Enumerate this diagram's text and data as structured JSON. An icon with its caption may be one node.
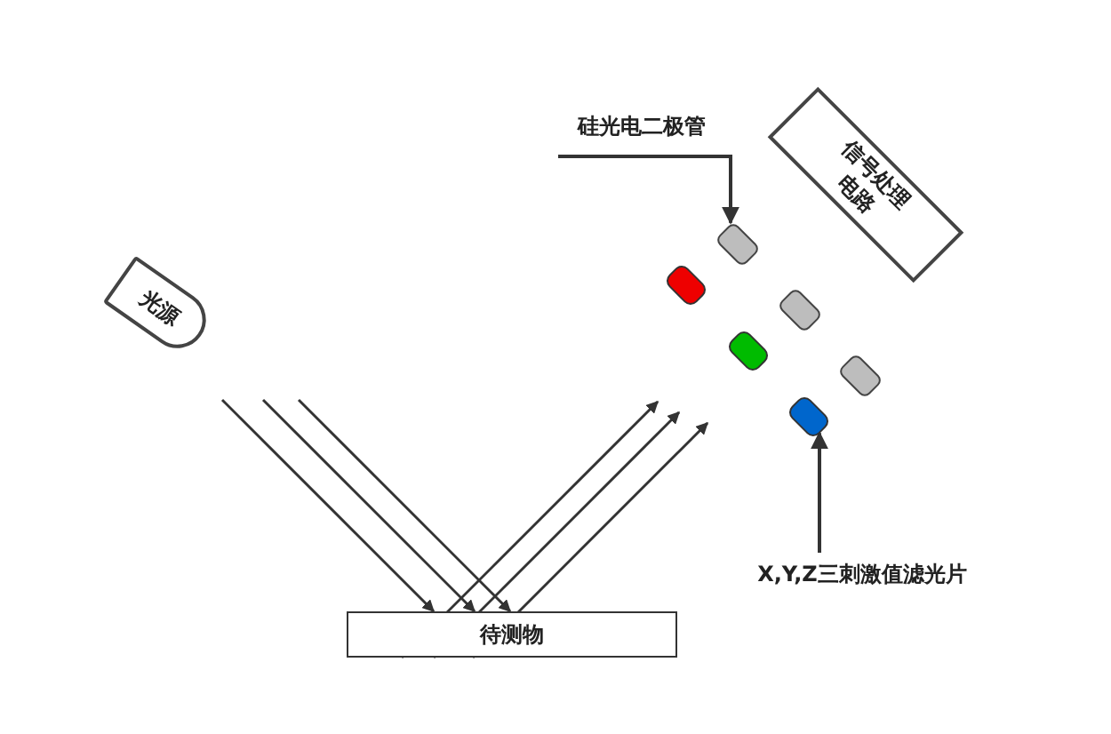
{
  "diagram": {
    "nodes": [
      {
        "text": [
          "光源"
        ]
      },
      {
        "text": [
          "待测物"
        ]
      },
      {
        "text": [
          "信号处理电路"
        ]
      },
      {
        "text": [],
        "shape": "box"
      },
      {
        "text": [],
        "shape": "box"
      },
      {
        "text": [],
        "shape": "box"
      },
      {
        "text": [],
        "shape": "box"
      },
      {
        "text": [],
        "shape": "box"
      },
      {
        "text": [],
        "shape": "box"
      },
      {
        "text": [
          "硅光电二极管"
        ]
      },
      {
        "text": [
          "X,Y,Z三刺激值滤光片"
        ]
      }
    ],
    "edges": [
      {
        "from": null,
        "to": 1,
        "arrow": "to"
      },
      {
        "from": null,
        "to": 1,
        "arrow": "to"
      },
      {
        "from": null,
        "to": 1,
        "arrow": "to"
      },
      {
        "from": 1,
        "to": null,
        "arrow": "to"
      },
      {
        "from": 1,
        "to": null,
        "arrow": "to"
      },
      {
        "from": 1,
        "to": null,
        "arrow": "to"
      },
      {
        "from": 9,
        "to": 3,
        "arrow": "to"
      },
      {
        "from": 10,
        "to": 8,
        "arrow": "to"
      }
    ]
  }
}
